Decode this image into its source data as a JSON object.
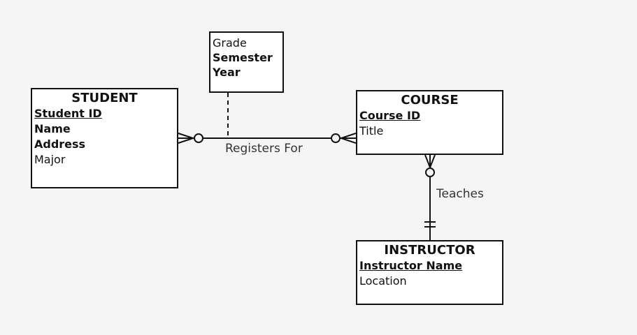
{
  "colors": {
    "background": "#f5f5f5",
    "line": "#111111",
    "box_fill": "#ffffff"
  },
  "entities": {
    "student": {
      "title": "STUDENT",
      "primary_key": "Student ID",
      "attributes": [
        "Name",
        "Address",
        "Major"
      ]
    },
    "course": {
      "title": "COURSE",
      "primary_key": "Course ID",
      "attributes": [
        "Title"
      ]
    },
    "instructor": {
      "title": "INSTRUCTOR",
      "primary_key": "Instructor Name",
      "attributes": [
        "Location"
      ]
    }
  },
  "association": {
    "attributes": [
      "Grade",
      "Semester",
      "Year"
    ]
  },
  "relationships": {
    "registers_for": {
      "label": "Registers For",
      "from": "STUDENT",
      "to": "COURSE",
      "from_cardinality": "zero-or-many",
      "to_cardinality": "zero-or-many"
    },
    "teaches": {
      "label": "Teaches",
      "from": "COURSE",
      "to": "INSTRUCTOR",
      "from_cardinality": "zero-or-many",
      "to_cardinality": "exactly-one"
    }
  }
}
